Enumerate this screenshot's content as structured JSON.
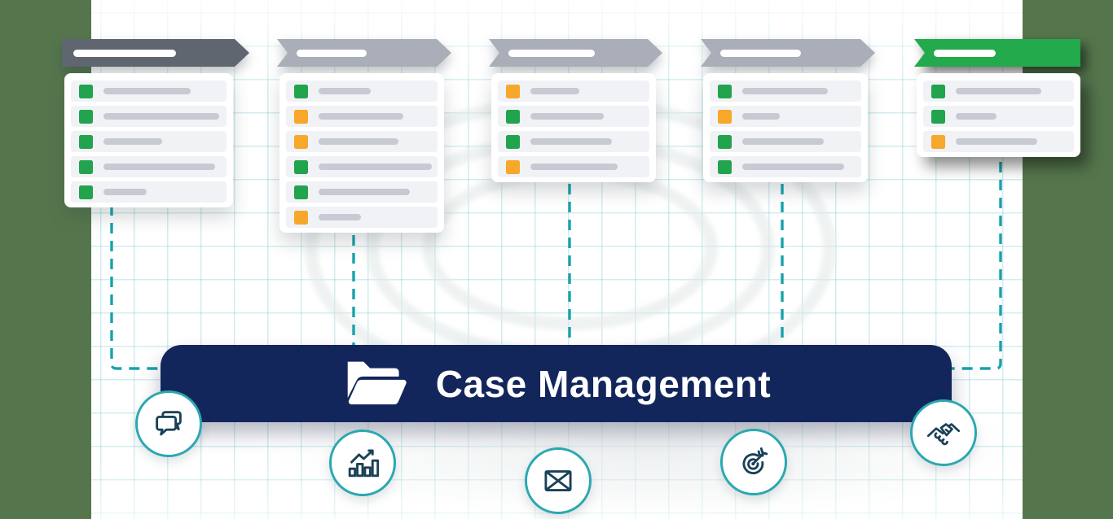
{
  "illustration": {
    "subject": "Case Management workflow"
  },
  "colors": {
    "background_green": "#55764D",
    "panel_white": "#FFFFFF",
    "grid_teal": "#CDE9EB",
    "header_dark": "#5F6670",
    "header_gray": "#A9AEB9",
    "header_green": "#22AA4C",
    "check_green": "#22A34D",
    "check_orange": "#F7A72A",
    "task_row_bg": "#F1F2F6",
    "task_line_gray": "#C7CAD3",
    "dashed_line_teal": "#18A2AC",
    "banner_navy": "#13265C",
    "circle_ring_teal": "#2AA8B0",
    "icon_stroke": "#1A4156"
  },
  "banner": {
    "label": "Case Management",
    "icon": "open-folder-icon"
  },
  "stages": [
    {
      "id": "stage-1",
      "header": {
        "shape": "start",
        "color": "#5F6670",
        "label_line_width": 126
      },
      "tasks": [
        {
          "status": "done",
          "line_width": 107
        },
        {
          "status": "done",
          "line_width": 142
        },
        {
          "status": "done",
          "line_width": 72
        },
        {
          "status": "done",
          "line_width": 137
        },
        {
          "status": "done",
          "line_width": 53
        }
      ]
    },
    {
      "id": "stage-2",
      "header": {
        "shape": "mid",
        "color": "#A9AEB9",
        "label_line_width": 86
      },
      "tasks": [
        {
          "status": "done",
          "line_width": 64
        },
        {
          "status": "pending",
          "line_width": 104
        },
        {
          "status": "pending",
          "line_width": 98
        },
        {
          "status": "done",
          "line_width": 139
        },
        {
          "status": "done",
          "line_width": 112
        },
        {
          "status": "pending",
          "line_width": 52
        }
      ]
    },
    {
      "id": "stage-3",
      "header": {
        "shape": "mid",
        "color": "#A9AEB9",
        "label_line_width": 106
      },
      "tasks": [
        {
          "status": "pending",
          "line_width": 60
        },
        {
          "status": "done",
          "line_width": 90
        },
        {
          "status": "done",
          "line_width": 100
        },
        {
          "status": "pending",
          "line_width": 107
        }
      ]
    },
    {
      "id": "stage-4",
      "header": {
        "shape": "mid",
        "color": "#A9AEB9",
        "label_line_width": 99
      },
      "tasks": [
        {
          "status": "done",
          "line_width": 105
        },
        {
          "status": "pending",
          "line_width": 46
        },
        {
          "status": "done",
          "line_width": 100
        },
        {
          "status": "done",
          "line_width": 125
        }
      ]
    },
    {
      "id": "stage-5",
      "header": {
        "shape": "end",
        "color": "#22AA4C",
        "label_line_width": 76
      },
      "tasks": [
        {
          "status": "done",
          "line_width": 105
        },
        {
          "status": "done",
          "line_width": 50
        },
        {
          "status": "pending",
          "line_width": 100
        }
      ]
    }
  ],
  "feature_icons": [
    {
      "name": "chat-icon"
    },
    {
      "name": "growth-chart-icon"
    },
    {
      "name": "envelope-icon"
    },
    {
      "name": "target-icon"
    },
    {
      "name": "handshake-icon"
    }
  ]
}
